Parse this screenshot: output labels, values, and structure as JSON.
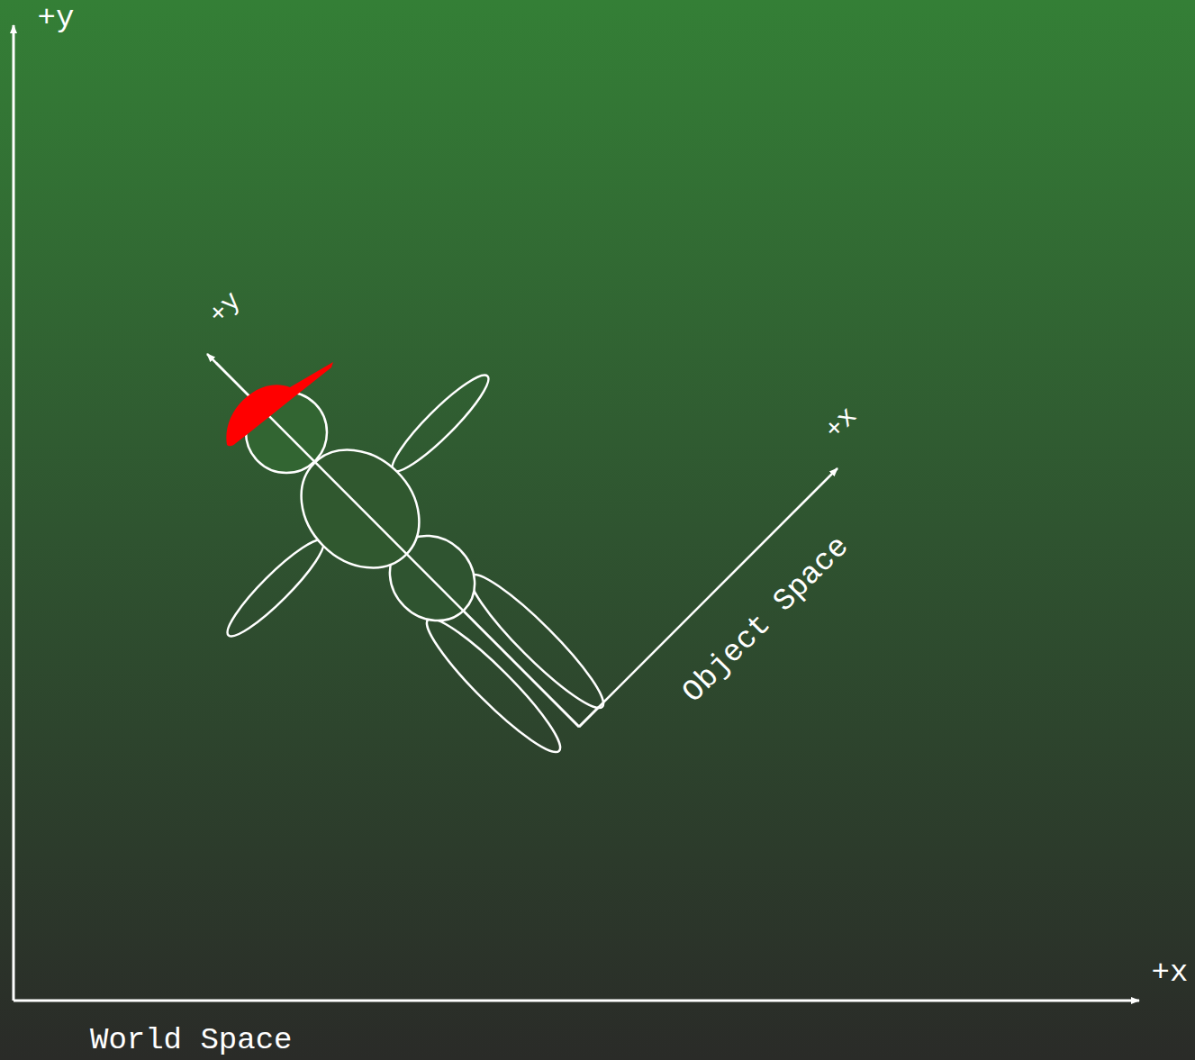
{
  "diagram": {
    "labels": [
      "+y",
      "+y",
      "+x",
      "Object Space",
      "+x",
      "World Space"
    ]
  }
}
